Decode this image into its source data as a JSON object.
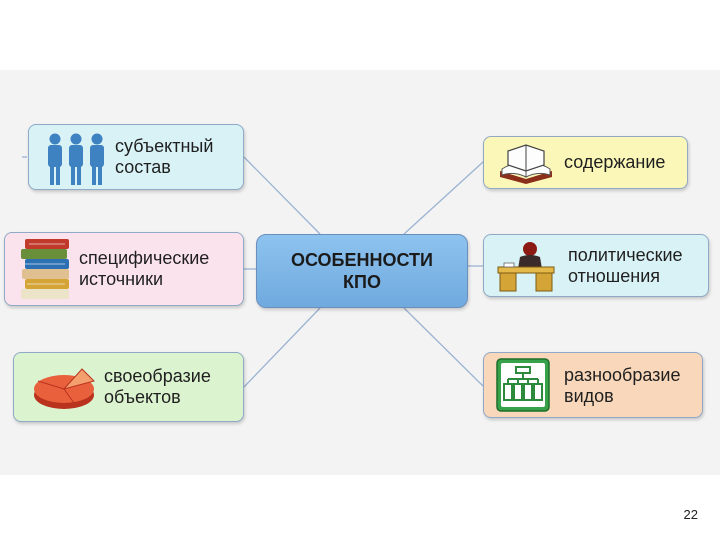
{
  "diagram": {
    "center": {
      "label": "ОСОБЕННОСТИ\nКПО"
    },
    "nodes": [
      {
        "id": "subject-composition",
        "label": "субъектный\nсостав",
        "icon": "people-icon",
        "color": "#d8f2f6"
      },
      {
        "id": "specific-sources",
        "label": "специфические\nисточники",
        "icon": "books-icon",
        "color": "#fbe3ee"
      },
      {
        "id": "object-uniqueness",
        "label": "своеобразие\nобъектов",
        "icon": "pie-icon",
        "color": "#dcf3d0"
      },
      {
        "id": "content",
        "label": "содержание",
        "icon": "open-book-icon",
        "color": "#fbf7b8"
      },
      {
        "id": "political-relations",
        "label": "политические\nотношения",
        "icon": "desk-person-icon",
        "color": "#d8f2f6"
      },
      {
        "id": "variety-of-types",
        "label": "разнообразие\nвидов",
        "icon": "org-chart-icon",
        "color": "#f9d7ba"
      }
    ]
  },
  "page_number": "22"
}
